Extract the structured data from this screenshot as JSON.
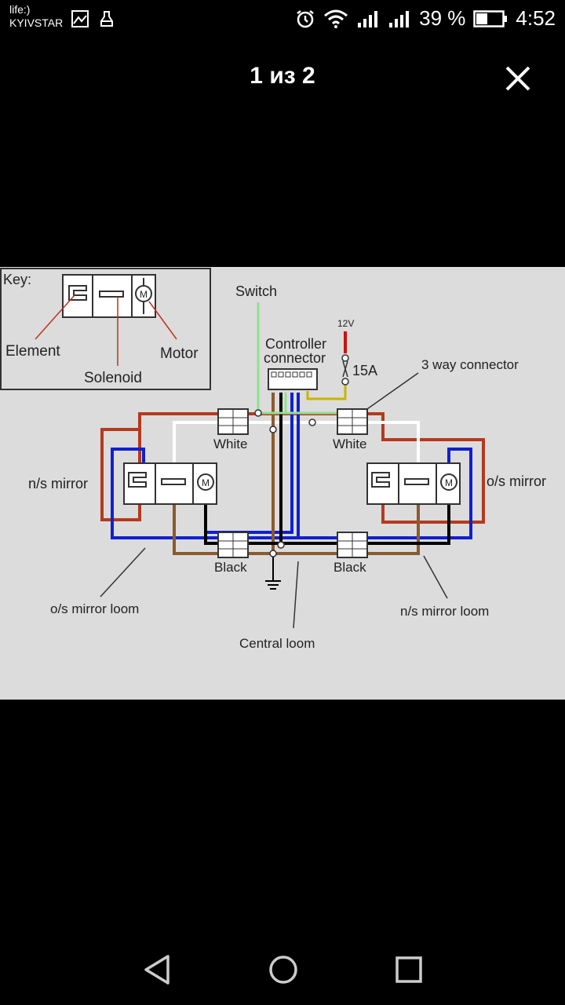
{
  "status_bar": {
    "carrier_line1": "life:)",
    "carrier_line2": "KYIVSTAR",
    "battery_percent": "39 %",
    "time": "4:52",
    "icons": [
      "gallery-icon",
      "cleaner-icon",
      "alarm-icon",
      "wifi-icon",
      "signal-icon",
      "signal-icon",
      "battery-icon"
    ]
  },
  "viewer": {
    "title": "1 из 2",
    "close_icon": "close-icon"
  },
  "diagram": {
    "key_title": "Key:",
    "key_element": "Element",
    "key_solenoid": "Solenoid",
    "key_motor": "Motor",
    "switch": "Switch",
    "controller_line1": "Controller",
    "controller_line2": "connector",
    "voltage": "12V",
    "fuse": "15A",
    "three_way": "3 way connector",
    "white_left": "White",
    "white_right": "White",
    "black_left": "Black",
    "black_right": "Black",
    "ns_mirror": "n/s mirror",
    "os_mirror": "o/s mirror",
    "os_loom": "o/s mirror loom",
    "ns_loom": "n/s mirror loom",
    "central_loom": "Central loom",
    "motor_letter_1": "M",
    "motor_letter_2": "M",
    "motor_letter_3": "M",
    "wire_colors": {
      "red": "#b33a1e",
      "blue": "#1020d0",
      "brown": "#8a5a2e",
      "white": "#ffffff",
      "green": "#90e090",
      "black": "#000000",
      "yellow": "#c8b400"
    }
  },
  "navbar": {
    "back_icon": "back-icon",
    "home_icon": "home-icon",
    "recents_icon": "recents-icon"
  }
}
